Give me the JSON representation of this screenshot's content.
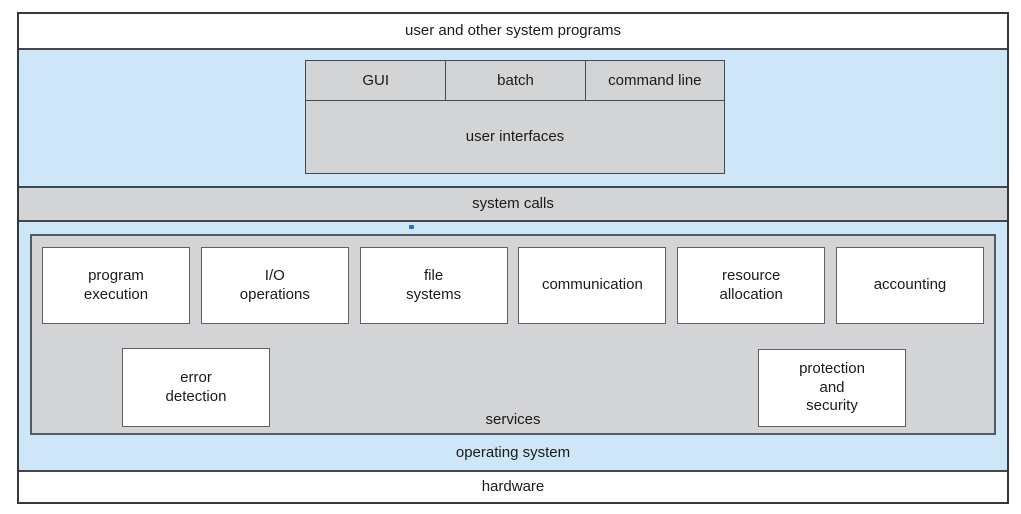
{
  "figure": {
    "top_layer_label": "user and other system programs",
    "user_interfaces": {
      "cells": [
        "GUI",
        "batch",
        "command line"
      ],
      "label": "user interfaces"
    },
    "system_calls_label": "system calls",
    "services": {
      "row1": [
        "program\nexecution",
        "I/O\noperations",
        "file\nsystems",
        "communication",
        "resource\nallocation",
        "accounting"
      ],
      "row2": {
        "error_detection": "error\ndetection",
        "protection_and_security": "protection\nand\nsecurity"
      },
      "label": "services"
    },
    "operating_system_label": "operating system",
    "hardware_label": "hardware"
  },
  "colors": {
    "band_blue": "#cde7f8",
    "panel_gray": "#d3d4d6",
    "box_white": "#ffffff",
    "line_dark": "#42474e",
    "text": "#1a1a1a",
    "stray_dot_blue": "#2b6bd6"
  }
}
